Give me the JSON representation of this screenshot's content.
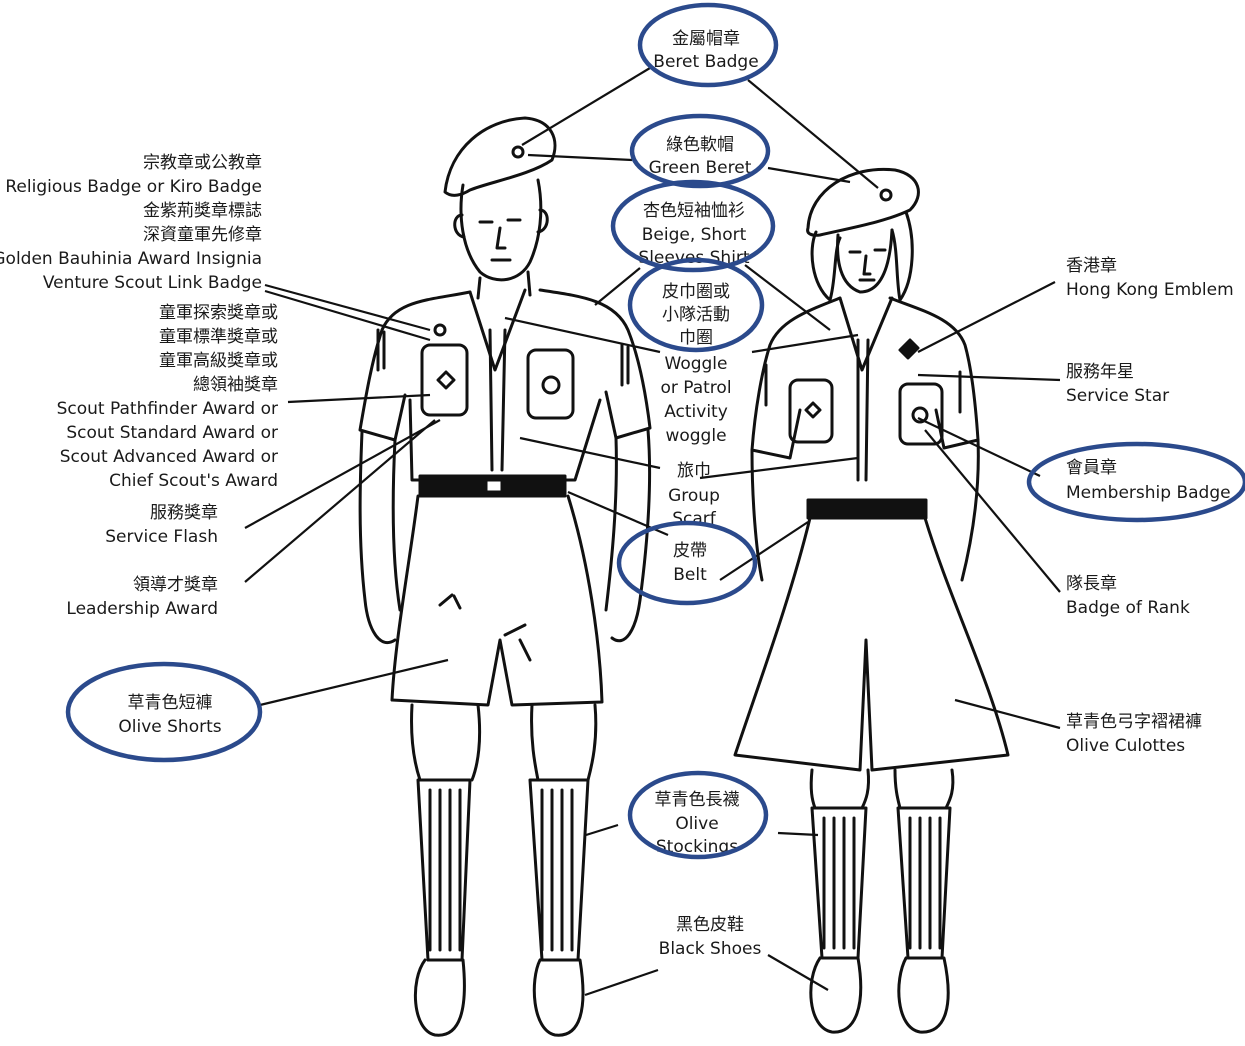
{
  "labels": {
    "beret_badge": {
      "zh": "金屬帽章",
      "en": "Beret Badge"
    },
    "green_beret": {
      "zh": "綠色軟帽",
      "en": "Green Beret"
    },
    "shirt": {
      "zh": "杏色短袖恤衫",
      "en1": "Beige, Short",
      "en2": "Sleeves Shirt"
    },
    "woggle": {
      "zh1": "皮巾圈或",
      "zh2": "小隊活動",
      "zh3": "巾圈",
      "en1": "Woggle",
      "en2": "or Patrol",
      "en3": "Activity",
      "en4": "woggle"
    },
    "scarf": {
      "zh": "旅巾",
      "en1": "Group",
      "en2": "Scarf"
    },
    "belt": {
      "zh": "皮帶",
      "en": "Belt"
    },
    "stockings": {
      "zh": "草青色長襪",
      "en1": "Olive",
      "en2": "Stockings"
    },
    "shoes": {
      "zh": "黑色皮鞋",
      "en": "Black Shoes"
    },
    "religious": {
      "zh1": "宗教章或公教章",
      "en1": "Religious Badge or Kiro Badge",
      "zh2": "金紫荊獎章標誌",
      "zh3": "深資童軍先修章",
      "en2": "Golden Bauhinia Award Insignia",
      "en3": "Venture Scout Link Badge"
    },
    "awards": {
      "zh1": "童軍探索獎章或",
      "zh2": "童軍標準獎章或",
      "zh3": "童軍高級獎章或",
      "zh4": "總領袖獎章",
      "en1": "Scout Pathfinder Award or",
      "en2": "Scout Standard Award or",
      "en3": "Scout Advanced Award or",
      "en4": "Chief Scout's Award"
    },
    "service_flash": {
      "zh": "服務獎章",
      "en": "Service Flash"
    },
    "leadership": {
      "zh": "領導才獎章",
      "en": "Leadership Award"
    },
    "olive_shorts": {
      "zh": "草青色短褲",
      "en": "Olive Shorts"
    },
    "hk_emblem": {
      "zh": "香港章",
      "en": "Hong Kong Emblem"
    },
    "service_star": {
      "zh": "服務年星",
      "en": "Service Star"
    },
    "membership": {
      "zh": "會員章",
      "en": "Membership Badge"
    },
    "rank": {
      "zh": "隊長章",
      "en": "Badge of Rank"
    },
    "culottes": {
      "zh": "草青色弓字褶裙褲",
      "en": "Olive Culottes"
    }
  },
  "highlight_color": "#2b4a8c"
}
